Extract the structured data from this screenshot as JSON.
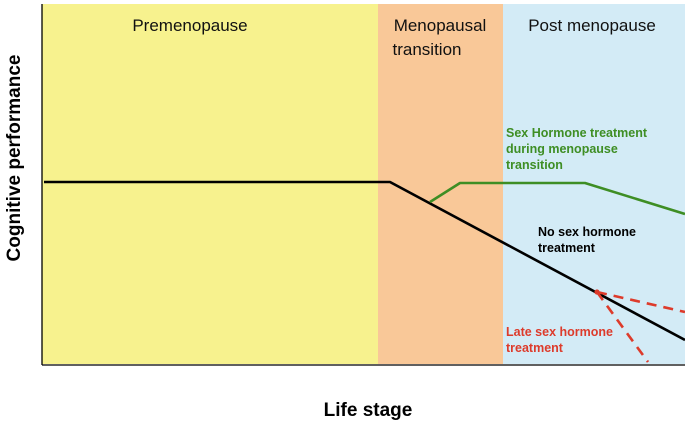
{
  "axes": {
    "y_label": "Cognitive performance",
    "x_label": "Life stage"
  },
  "phases": [
    {
      "label": "Premenopause",
      "color": "#F7F28E"
    },
    {
      "label_lines": [
        "Menopausal",
        "transition"
      ],
      "color": "#F9C898"
    },
    {
      "label": "Post menopause",
      "color": "#D3EBF6"
    }
  ],
  "annotations": {
    "hormone_during_transition": {
      "lines": [
        "Sex Hormone treatment",
        "during menopause",
        "transition"
      ],
      "color": "#3E8E24"
    },
    "no_hormone": {
      "lines": [
        "No sex hormone",
        "treatment"
      ],
      "color": "#000000"
    },
    "late_hormone": {
      "lines": [
        "Late sex hormone",
        "treatment"
      ],
      "color": "#DD3B2B"
    }
  },
  "line_colors": {
    "baseline": "#000000",
    "early_treatment": "#3E8E24",
    "late_treatment": "#DD3B2B"
  }
}
